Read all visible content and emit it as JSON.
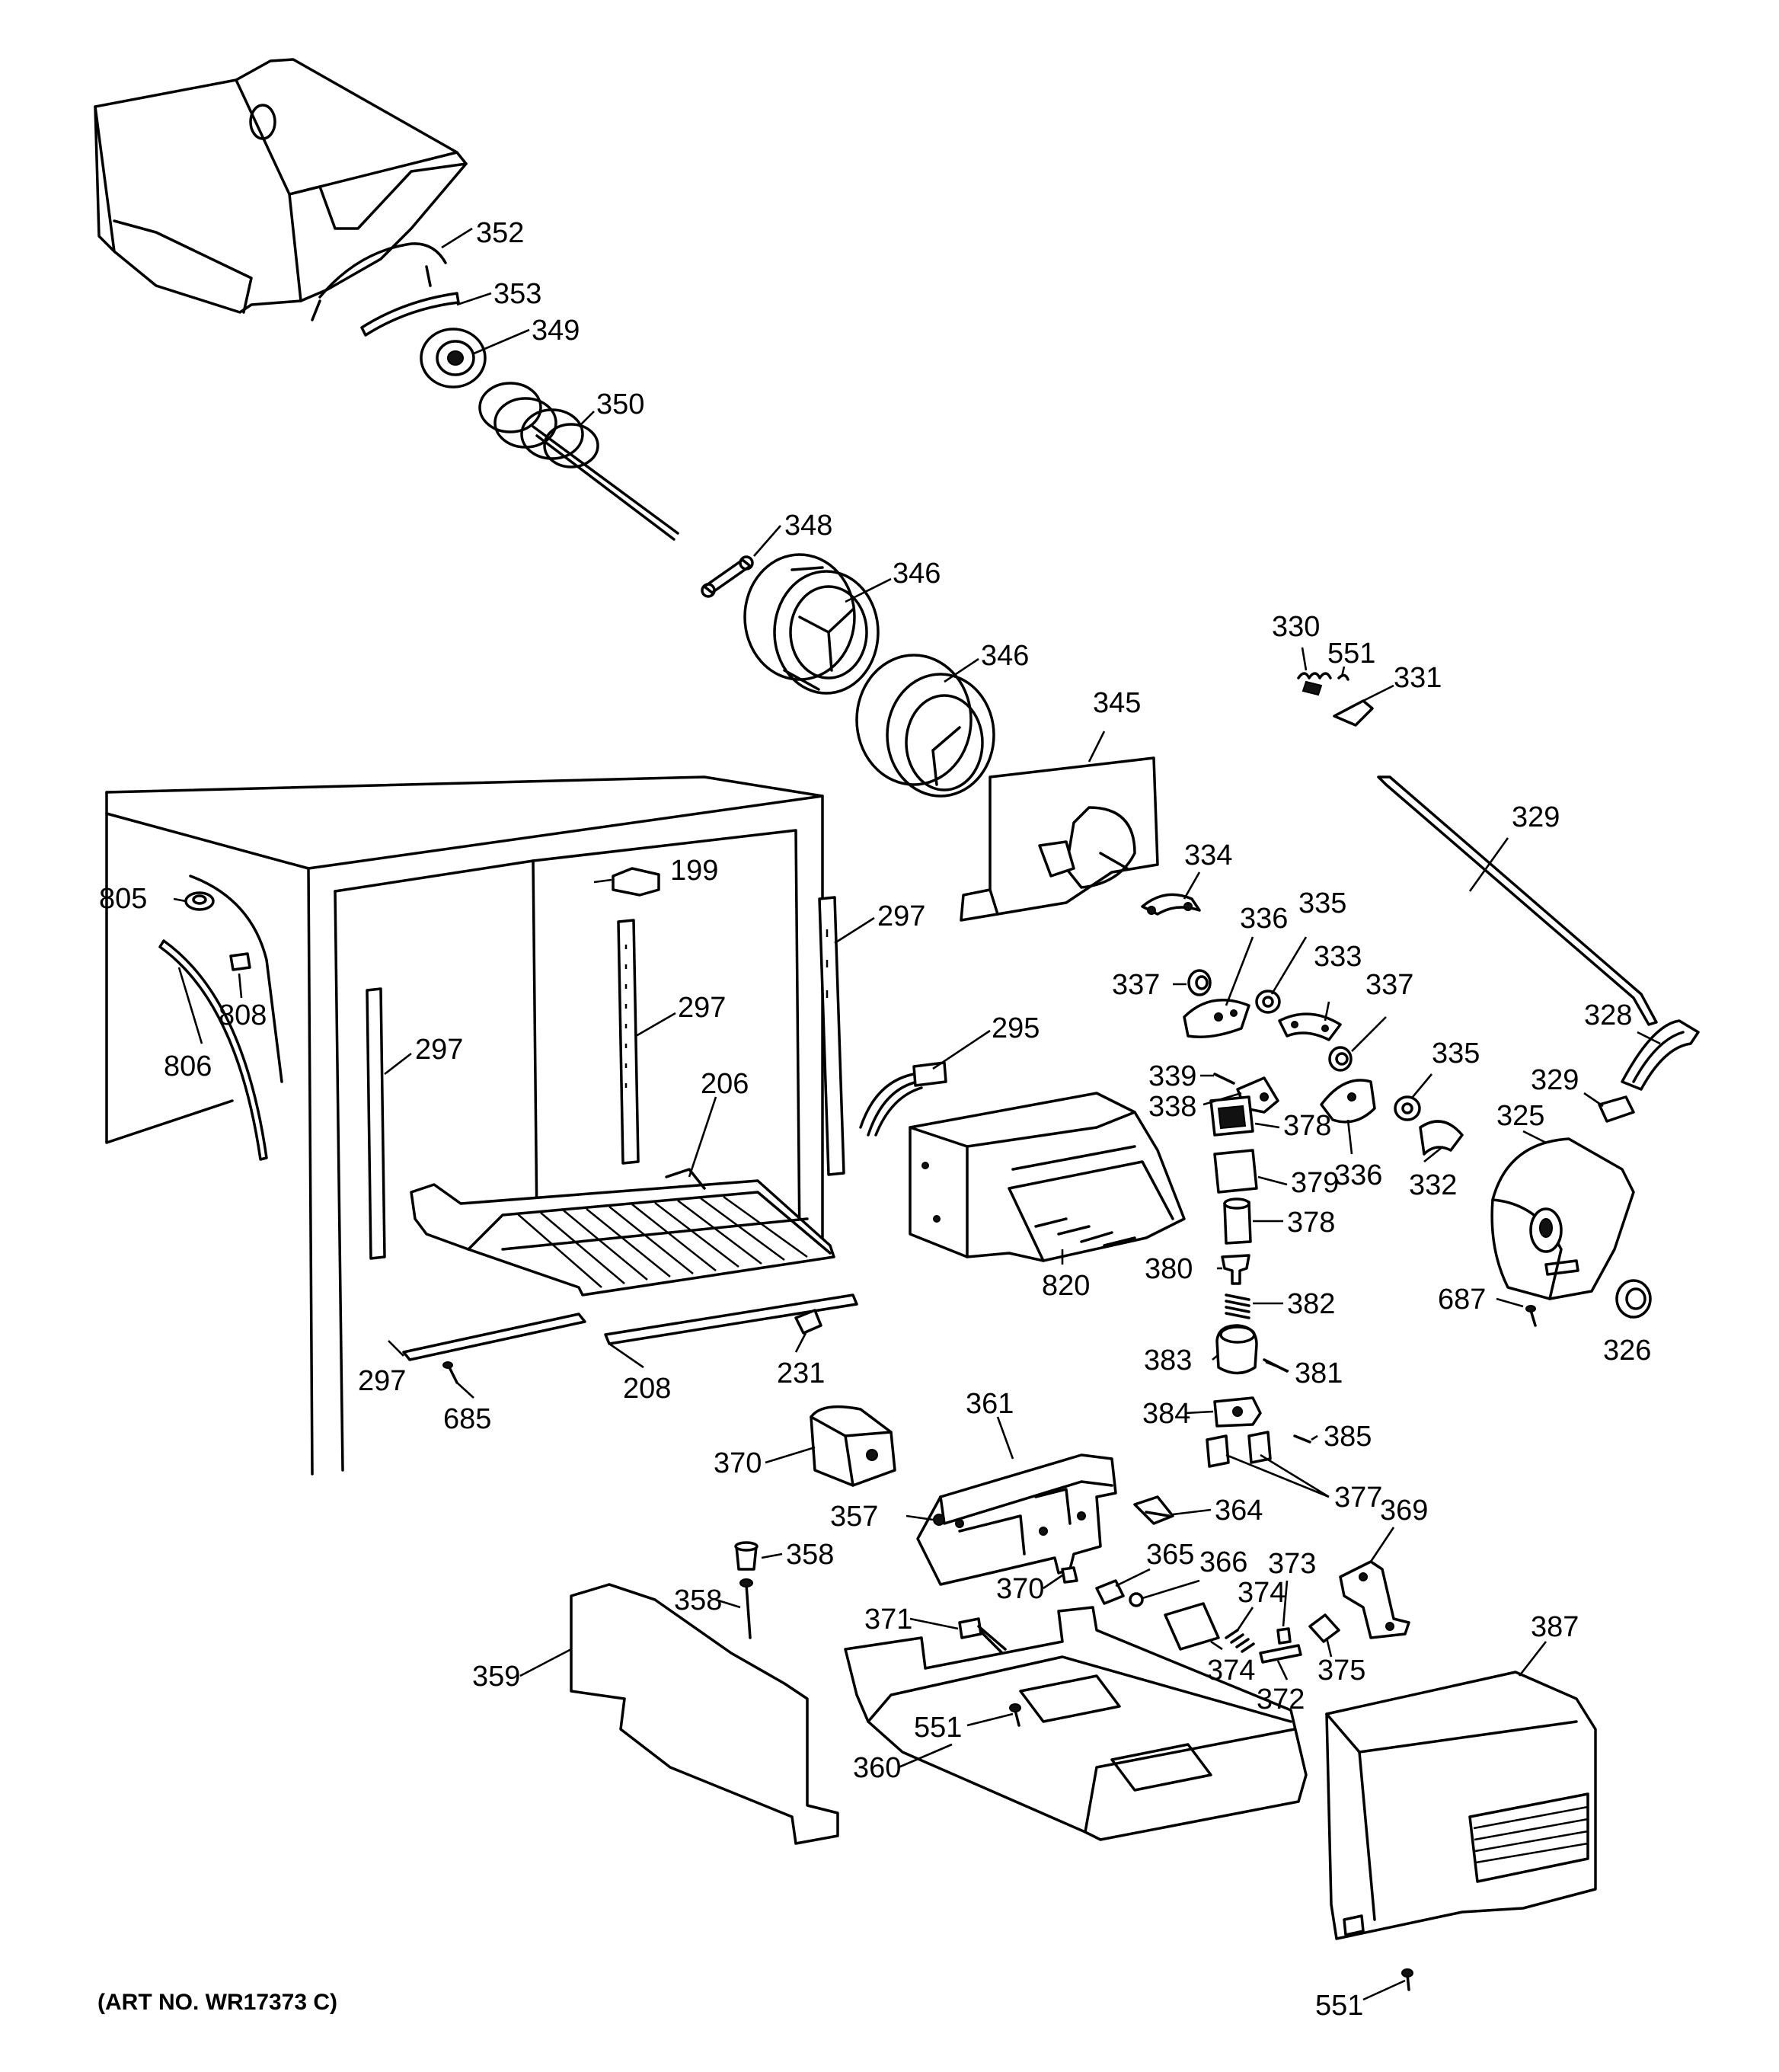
{
  "art_number": "(ART NO. WR17373 C)",
  "callouts": [
    {
      "id": "c352",
      "text": "352"
    },
    {
      "id": "c353",
      "text": "353"
    },
    {
      "id": "c349",
      "text": "349"
    },
    {
      "id": "c350",
      "text": "350"
    },
    {
      "id": "c348",
      "text": "348"
    },
    {
      "id": "c346a",
      "text": "346"
    },
    {
      "id": "c346b",
      "text": "346"
    },
    {
      "id": "c330",
      "text": "330"
    },
    {
      "id": "c551a",
      "text": "551"
    },
    {
      "id": "c331",
      "text": "331"
    },
    {
      "id": "c345",
      "text": "345"
    },
    {
      "id": "c329a",
      "text": "329"
    },
    {
      "id": "c334",
      "text": "334"
    },
    {
      "id": "c336a",
      "text": "336"
    },
    {
      "id": "c335a",
      "text": "335"
    },
    {
      "id": "c333",
      "text": "333"
    },
    {
      "id": "c337a",
      "text": "337"
    },
    {
      "id": "c337b",
      "text": "337"
    },
    {
      "id": "c199",
      "text": "199"
    },
    {
      "id": "c805",
      "text": "805"
    },
    {
      "id": "c808",
      "text": "808"
    },
    {
      "id": "c806",
      "text": "806"
    },
    {
      "id": "c297a",
      "text": "297"
    },
    {
      "id": "c297b",
      "text": "297"
    },
    {
      "id": "c297c",
      "text": "297"
    },
    {
      "id": "c297d",
      "text": "297"
    },
    {
      "id": "c295",
      "text": "295"
    },
    {
      "id": "c206",
      "text": "206"
    },
    {
      "id": "c339",
      "text": "339"
    },
    {
      "id": "c338",
      "text": "338"
    },
    {
      "id": "c335b",
      "text": "335"
    },
    {
      "id": "c328",
      "text": "328"
    },
    {
      "id": "c329b",
      "text": "329"
    },
    {
      "id": "c378a",
      "text": "378"
    },
    {
      "id": "c379",
      "text": "379"
    },
    {
      "id": "c336b",
      "text": "336"
    },
    {
      "id": "c332",
      "text": "332"
    },
    {
      "id": "c325",
      "text": "325"
    },
    {
      "id": "c378b",
      "text": "378"
    },
    {
      "id": "c380",
      "text": "380"
    },
    {
      "id": "c382",
      "text": "382"
    },
    {
      "id": "c820",
      "text": "820"
    },
    {
      "id": "c687",
      "text": "687"
    },
    {
      "id": "c326",
      "text": "326"
    },
    {
      "id": "c685",
      "text": "685"
    },
    {
      "id": "c208",
      "text": "208"
    },
    {
      "id": "c231",
      "text": "231"
    },
    {
      "id": "c383",
      "text": "383"
    },
    {
      "id": "c381",
      "text": "381"
    },
    {
      "id": "c361",
      "text": "361"
    },
    {
      "id": "c384",
      "text": "384"
    },
    {
      "id": "c385",
      "text": "385"
    },
    {
      "id": "c370a",
      "text": "370"
    },
    {
      "id": "c377",
      "text": "377"
    },
    {
      "id": "c357",
      "text": "357"
    },
    {
      "id": "c364",
      "text": "364"
    },
    {
      "id": "c369",
      "text": "369"
    },
    {
      "id": "c358a",
      "text": "358"
    },
    {
      "id": "c373",
      "text": "373"
    },
    {
      "id": "c365",
      "text": "365"
    },
    {
      "id": "c366",
      "text": "366"
    },
    {
      "id": "c370b",
      "text": "370"
    },
    {
      "id": "c374a",
      "text": "374"
    },
    {
      "id": "c358b",
      "text": "358"
    },
    {
      "id": "c371",
      "text": "371"
    },
    {
      "id": "c387",
      "text": "387"
    },
    {
      "id": "c375",
      "text": "375"
    },
    {
      "id": "c359",
      "text": "359"
    },
    {
      "id": "c374b",
      "text": "374"
    },
    {
      "id": "c372",
      "text": "372"
    },
    {
      "id": "c551b",
      "text": "551"
    },
    {
      "id": "c360",
      "text": "360"
    },
    {
      "id": "c551c",
      "text": "551"
    }
  ]
}
